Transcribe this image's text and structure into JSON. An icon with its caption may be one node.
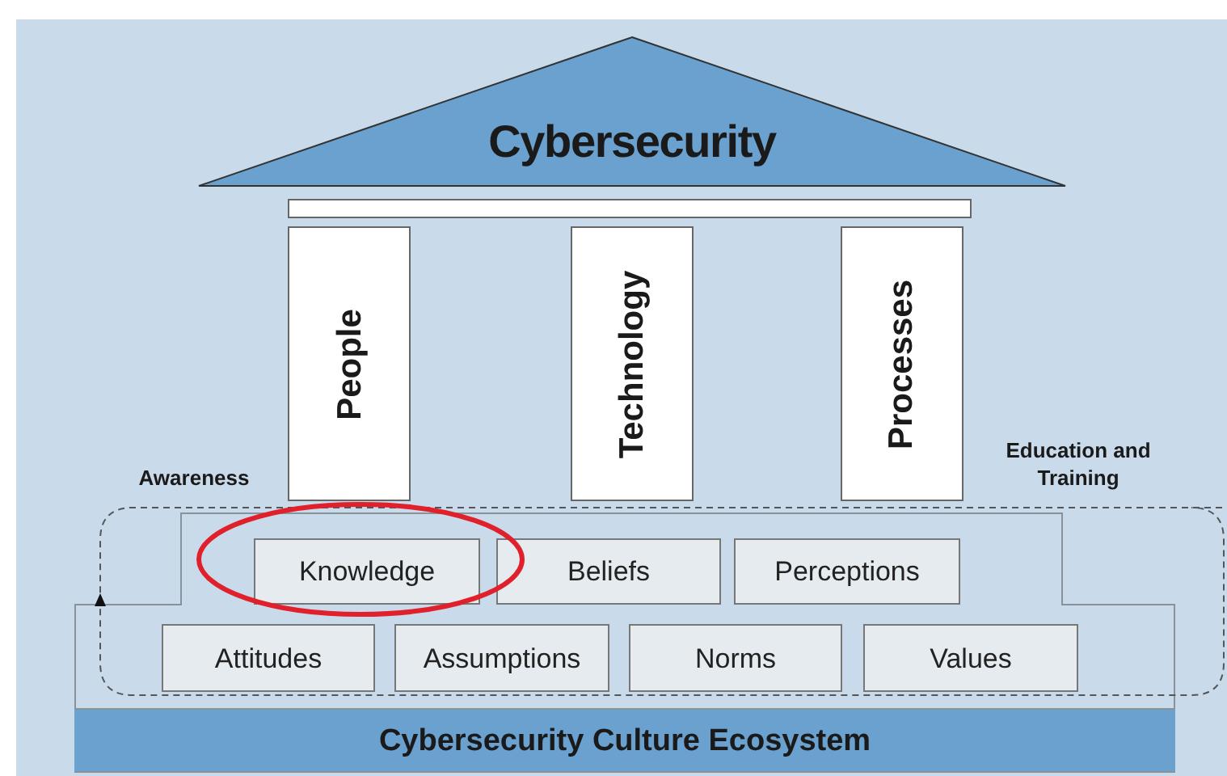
{
  "diagram": {
    "nodes": [
      {
        "text": [
          "Cybersecurity"
        ]
      },
      {
        "text": [],
        "shape": "bar"
      },
      {
        "text": [
          "People"
        ]
      },
      {
        "text": [
          "Technology"
        ]
      },
      {
        "text": [
          "Processes"
        ]
      },
      {
        "text": [],
        "shape": "box"
      },
      {
        "text": [
          "Knowledge"
        ],
        "in": 5
      },
      {
        "text": [
          "Beliefs"
        ],
        "in": 5
      },
      {
        "text": [
          "Perceptions"
        ],
        "in": 5
      },
      {
        "text": [
          "Attitudes"
        ],
        "in": 5
      },
      {
        "text": [
          "Assumptions"
        ],
        "in": 5
      },
      {
        "text": [
          "Norms"
        ],
        "in": 5
      },
      {
        "text": [
          "Values"
        ],
        "in": 5
      },
      {
        "text": [
          "Cybersecurity Culture Ecosystem"
        ],
        "in": 5
      }
    ],
    "edges": [],
    "labels": [
      "Awareness",
      "Education and Training"
    ]
  }
}
